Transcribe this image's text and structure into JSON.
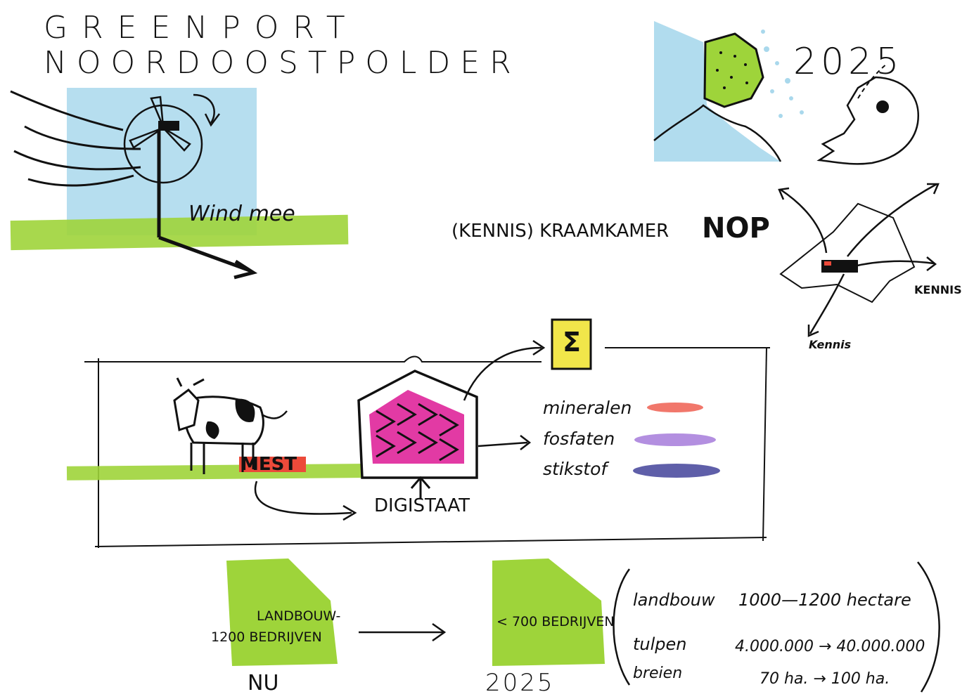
{
  "title": {
    "line1": "GREENPORT",
    "line2": "NOORDOOSTPOLDER",
    "year": "2025"
  },
  "wind": {
    "label": "Wind mee"
  },
  "kennis": {
    "heading": "(KENNIS) KRAAMKAMER",
    "badge": "NOP",
    "arrow_right": "KENNIS",
    "arrow_down": "Kennis"
  },
  "process": {
    "manure": "MEST",
    "digestate": "DIGISTAAT",
    "outputs": [
      "mineralen",
      "fosfaten",
      "stikstof"
    ],
    "electric_symbol": "Σ"
  },
  "comparison": {
    "now_text_line1": "LANDBOUW-",
    "now_text_line2": "1200 BEDRIJVEN",
    "now_label": "NU",
    "future_text": "< 700 BEDRIJVEN",
    "future_label": "2025",
    "stats": [
      {
        "label": "landbouw",
        "value": "1000—1200 hectare"
      },
      {
        "label": "tulpen",
        "value": "4.000.000 → 40.000.000"
      },
      {
        "label": "breien",
        "value": "70 ha. → 100 ha."
      }
    ]
  },
  "colors": {
    "green": "#9ed43a",
    "sky": "#a9d8ec",
    "magenta": "#e23aa4",
    "yellow": "#f1e64a",
    "red": "#ec4a3a",
    "purple": "#9a6ad6",
    "navy": "#2a2a8c"
  }
}
